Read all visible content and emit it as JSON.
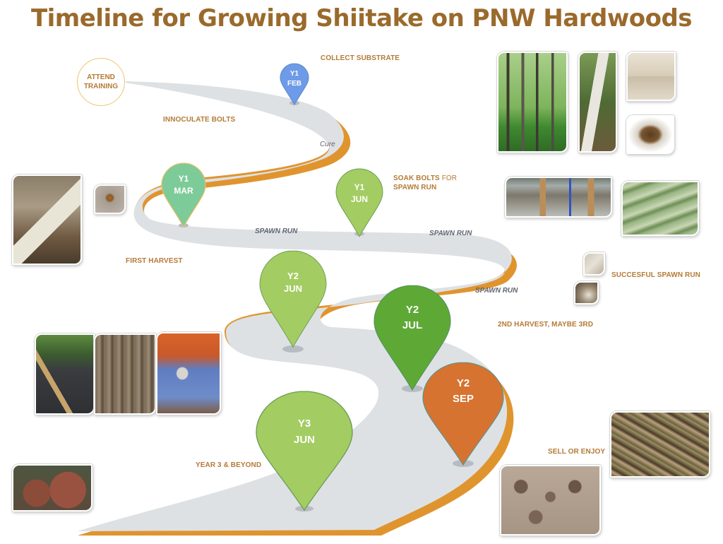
{
  "title": "Timeline for Growing Shiitake on PNW Hardwoods",
  "colors": {
    "title": "#9a6a2c",
    "label": "#b47a36",
    "road": "#dde1e4",
    "road_edge": "#e0942e",
    "pin_feb": "#6d9be8",
    "pin_mar": "#7dcb98",
    "pin_light_green": "#a3cc62",
    "pin_jul": "#5ea936",
    "pin_sep": "#d67330",
    "pin_shadow": "#b7bcc2"
  },
  "start": {
    "line1": "ATTEND",
    "line2": "TRAINING"
  },
  "milestones": [
    {
      "id": "y1-feb",
      "year": "Y1",
      "month": "FEB",
      "color": "#6d9be8"
    },
    {
      "id": "y1-mar",
      "year": "Y1",
      "month": "MAR",
      "color": "#7dcb98"
    },
    {
      "id": "y1-jun",
      "year": "Y1",
      "month": "JUN",
      "color": "#a3cc62"
    },
    {
      "id": "y2-jun",
      "year": "Y2",
      "month": "JUN",
      "color": "#a3cc62"
    },
    {
      "id": "y2-jul",
      "year": "Y2",
      "month": "JUL",
      "color": "#5ea936"
    },
    {
      "id": "y2-sep",
      "year": "Y2",
      "month": "SEP",
      "color": "#d67330"
    },
    {
      "id": "y3-jun",
      "year": "Y3",
      "month": "JUN",
      "color": "#a3cc62"
    }
  ],
  "step_labels": {
    "collect_substrate": "COLLECT SUBSTRATE",
    "innoculate_bolts": "INNOCULATE BOLTS",
    "soak_bolts_bold": "SOAK BOLTS",
    "soak_bolts_rest": " FOR",
    "soak_bolts_line2": "SPAWN RUN",
    "first_harvest": "FIRST HARVEST",
    "succesful_spawn_run": "SUCCESFUL SPAWN RUN",
    "second_harvest": "2ND HARVEST, MAYBE 3RD",
    "year3_beyond": "YEAR 3 & BEYOND",
    "sell_or_enjoy": "SELL OR ENJOY"
  },
  "road_labels": {
    "cure": "Cure",
    "spawn_run_1": "SPAWN RUN",
    "spawn_run_2": "SPAWN RUN",
    "spawn_run_3": "SPAWN RUN"
  },
  "photos": [
    {
      "name": "alder-forest-photo"
    },
    {
      "name": "cut-logs-photo"
    },
    {
      "name": "spawn-bags-photo"
    },
    {
      "name": "plug-spawn-photo"
    },
    {
      "name": "soaking-tank-photo"
    },
    {
      "name": "mossy-bolts-photo"
    },
    {
      "name": "drilling-log-photo"
    },
    {
      "name": "plug-hole-photo"
    },
    {
      "name": "mycelium-photo-1"
    },
    {
      "name": "mycelium-photo-2"
    },
    {
      "name": "laying-bolts-photo"
    },
    {
      "name": "stacked-bolts-photo"
    },
    {
      "name": "harvesting-people-photo"
    },
    {
      "name": "shiitake-on-log-photo"
    },
    {
      "name": "market-shiitake-photo"
    },
    {
      "name": "cooked-shiitake-photo"
    }
  ]
}
